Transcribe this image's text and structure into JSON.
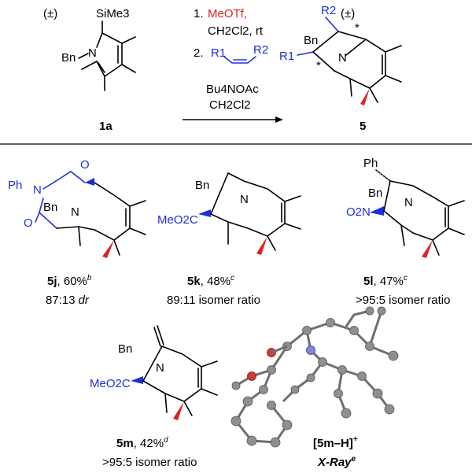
{
  "starting_material": {
    "racemic": "(±)",
    "substituent_top": "SiMe3",
    "substituent_n": "Bn",
    "atom_n": "N",
    "id": "1a"
  },
  "conditions": {
    "step1_num": "1.",
    "step1_reagent": "MeOTf,",
    "step1_solvent": "CH2Cl2, rt",
    "step2_num": "2.",
    "step2_r1": "R1",
    "step2_r2": "R2",
    "additive": "Bu4NOAc",
    "solvent": "CH2Cl2"
  },
  "product": {
    "racemic": "(±)",
    "r1": "R1",
    "r2": "R2",
    "bn": "Bn",
    "atom_n": "N",
    "stereo_mark": "*",
    "id": "5"
  },
  "examples": [
    {
      "id": "5j",
      "yield": ", 60%",
      "note": "b",
      "ratio_value": "87:13",
      "ratio_label": "dr",
      "substituents": {
        "ph": "Ph",
        "n": "N",
        "o1": "O",
        "o2": "O",
        "bn": "Bn",
        "bridge_n": "N"
      }
    },
    {
      "id": "5k",
      "yield": ", 48%",
      "note": "c",
      "ratio_value": "89:11 isomer ratio",
      "substituents": {
        "ester": "MeO2C",
        "bn": "Bn",
        "bridge_n": "N"
      }
    },
    {
      "id": "5l",
      "yield": ", 47%",
      "note": "c",
      "ratio_value": ">95:5 isomer ratio",
      "substituents": {
        "ph": "Ph",
        "nitro": "O2N",
        "bn": "Bn",
        "bridge_n": "N"
      }
    },
    {
      "id": "5m",
      "yield": ", 42%",
      "note": "d",
      "ratio_value": ">95:5 isomer ratio",
      "substituents": {
        "ester": "MeO2C",
        "bn": "Bn",
        "bridge_n": "N"
      }
    }
  ],
  "xray": {
    "label": "[5m–H]",
    "charge": "+",
    "caption": "X-Ray",
    "note": "e"
  },
  "colors": {
    "highlight_blue": "#1f2fd6",
    "reagent_red": "#e02020",
    "carbon_gray": "#8f8f8f",
    "nitrogen_blue": "#7f86e0",
    "oxygen_red": "#d23a3a"
  }
}
